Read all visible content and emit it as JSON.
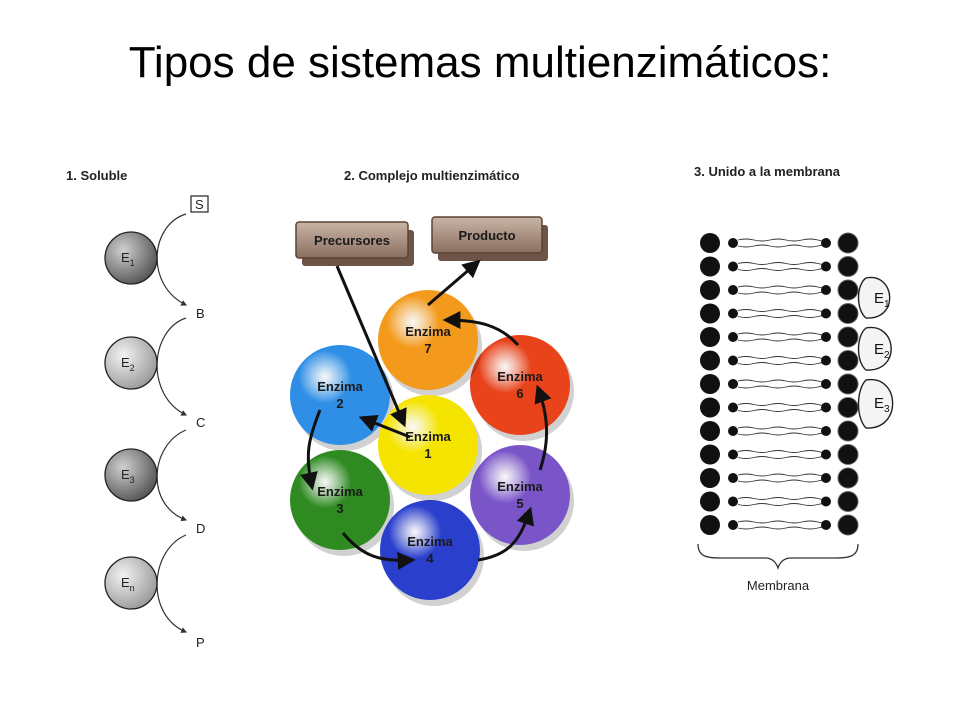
{
  "slide": {
    "title": "Tipos de sistemas multienzimáticos:"
  },
  "soluble": {
    "heading": "1. Soluble",
    "substrate": "S",
    "enzymes": [
      {
        "main": "E",
        "sub": "1"
      },
      {
        "main": "E",
        "sub": "2"
      },
      {
        "main": "E",
        "sub": "3"
      },
      {
        "main": "E",
        "sub": "n"
      }
    ],
    "intermediates": [
      "B",
      "C",
      "D",
      "P"
    ]
  },
  "complejo": {
    "heading": "2. Complejo multienzimático",
    "precursor_label": "Precursores",
    "product_label": "Producto",
    "enzyme_word": "Enzima",
    "enzymes": [
      {
        "num": "1",
        "color": "#f5e400"
      },
      {
        "num": "2",
        "color": "#2f8fe6"
      },
      {
        "num": "3",
        "color": "#2f8a22"
      },
      {
        "num": "4",
        "color": "#2a3fcc"
      },
      {
        "num": "5",
        "color": "#7a55c8"
      },
      {
        "num": "6",
        "color": "#e8431b"
      },
      {
        "num": "7",
        "color": "#f39a1c"
      }
    ]
  },
  "membrana": {
    "heading": "3. Unido a la membrana",
    "enzymes": [
      {
        "main": "E",
        "sub": "1"
      },
      {
        "main": "E",
        "sub": "2"
      },
      {
        "main": "E",
        "sub": "3"
      }
    ],
    "label": "Membrana"
  }
}
